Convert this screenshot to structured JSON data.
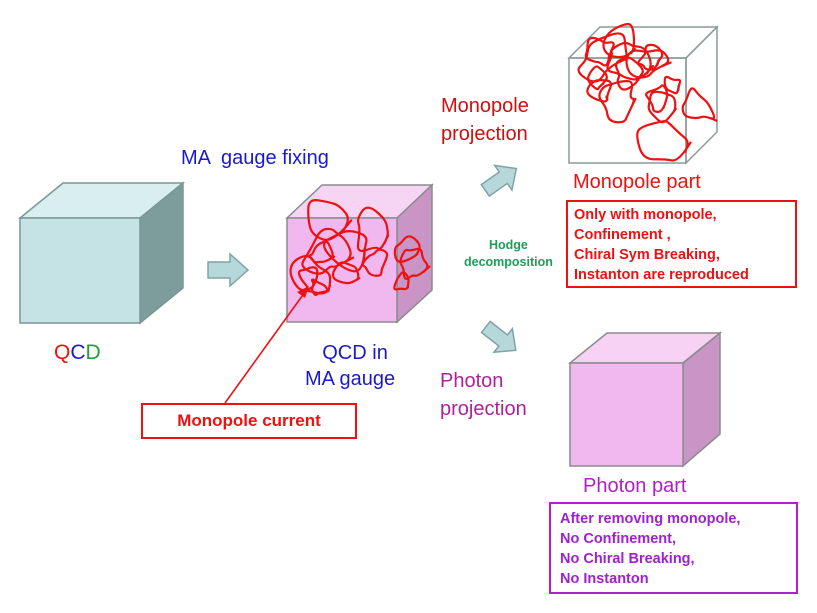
{
  "labels": {
    "qcd": [
      "Q",
      "C",
      "D"
    ],
    "ma_gauge_fixing": "MA  gauge fixing",
    "qcd_in_ma_gauge": [
      "QCD in",
      "MA gauge"
    ],
    "monopole_projection": [
      "Monopole",
      "projection"
    ],
    "photon_projection": [
      "Photon",
      "projection"
    ],
    "hodge": [
      "Hodge",
      "decomposition"
    ],
    "monopole_part": "Monopole part",
    "photon_part": "Photon part",
    "monopole_current": "Monopole current"
  },
  "monopole_box": {
    "lines": [
      "Only with monopole,",
      "Confinement ,",
      "Chiral Sym Breaking,",
      "Instanton are reproduced"
    ]
  },
  "photon_box": {
    "lines": [
      "After removing monopole,",
      "No Confinement,",
      "No Chiral Breaking,",
      "No Instanton"
    ]
  },
  "colors": {
    "qcd_cube": "#c5e3e4",
    "magenta_cube": "#f0b8ee",
    "loops": "#ee1111",
    "arrow_fill": "#b6d8da",
    "label_blue": "#1a1acc",
    "label_magenta": "#b0209a",
    "label_red": "#ee1111",
    "label_green": "#1f9e5a"
  }
}
